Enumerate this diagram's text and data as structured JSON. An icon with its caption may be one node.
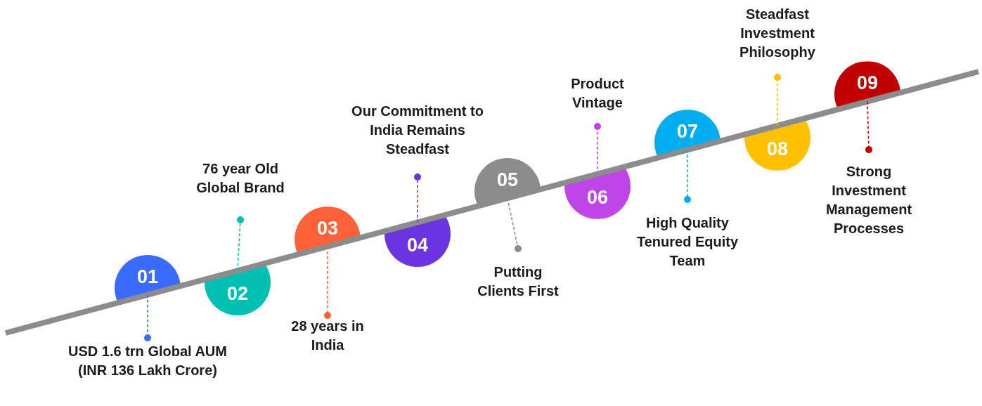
{
  "diagram": {
    "nodes": [
      {
        "text": [
          "01"
        ]
      },
      {
        "text": [
          "02"
        ]
      },
      {
        "text": [
          "03"
        ]
      },
      {
        "text": [
          "04"
        ]
      },
      {
        "text": [
          "05"
        ]
      },
      {
        "text": [
          "06"
        ]
      },
      {
        "text": [
          "07"
        ]
      },
      {
        "text": [
          "08"
        ]
      },
      {
        "text": [
          "09"
        ]
      },
      {
        "text": [
          "USD 1.6 trn Global AUM (INR 136 Lakh Crore)"
        ]
      },
      {
        "text": [
          "76 year Old Global Brand"
        ]
      },
      {
        "text": [
          "28 years in India"
        ]
      },
      {
        "text": [
          "Our Commitment to India Remains Steadfast"
        ]
      },
      {
        "text": [
          "Putting Clients First"
        ]
      },
      {
        "text": [
          "Product Vintage"
        ]
      },
      {
        "text": [
          "High Quality Tenured Equity Team"
        ]
      },
      {
        "text": [
          "Steadfast Investment Philosophy"
        ]
      },
      {
        "text": [
          "Strong Investment Management Processes"
        ]
      }
    ],
    "edges": [
      {
        "from": 0,
        "to": 9,
        "arrow": "other",
        "style": "dashed",
        "color": "#3a6bff"
      },
      {
        "from": 1,
        "to": 10,
        "arrow": "other",
        "style": "dashed",
        "color": "#00bfb3"
      },
      {
        "from": 2,
        "to": 11,
        "arrow": "other",
        "style": "dashed",
        "color": "#ff6138"
      },
      {
        "from": 3,
        "to": 12,
        "arrow": "other",
        "style": "dashed",
        "color": "#6a35e0"
      },
      {
        "from": 4,
        "to": 13,
        "arrow": "other",
        "style": "dashed",
        "color": "#8c8c8c"
      },
      {
        "from": 5,
        "to": 14,
        "arrow": "other",
        "style": "dashed",
        "color": "#bf45e8"
      },
      {
        "from": 6,
        "to": 15,
        "arrow": "other",
        "style": "dashed",
        "color": "#00aeef"
      },
      {
        "from": 7,
        "to": 16,
        "arrow": "other",
        "style": "dashed",
        "color": "#ffc000"
      },
      {
        "from": 8,
        "to": 17,
        "arrow": "other",
        "style": "dashed",
        "color": "#c00000"
      }
    ]
  }
}
